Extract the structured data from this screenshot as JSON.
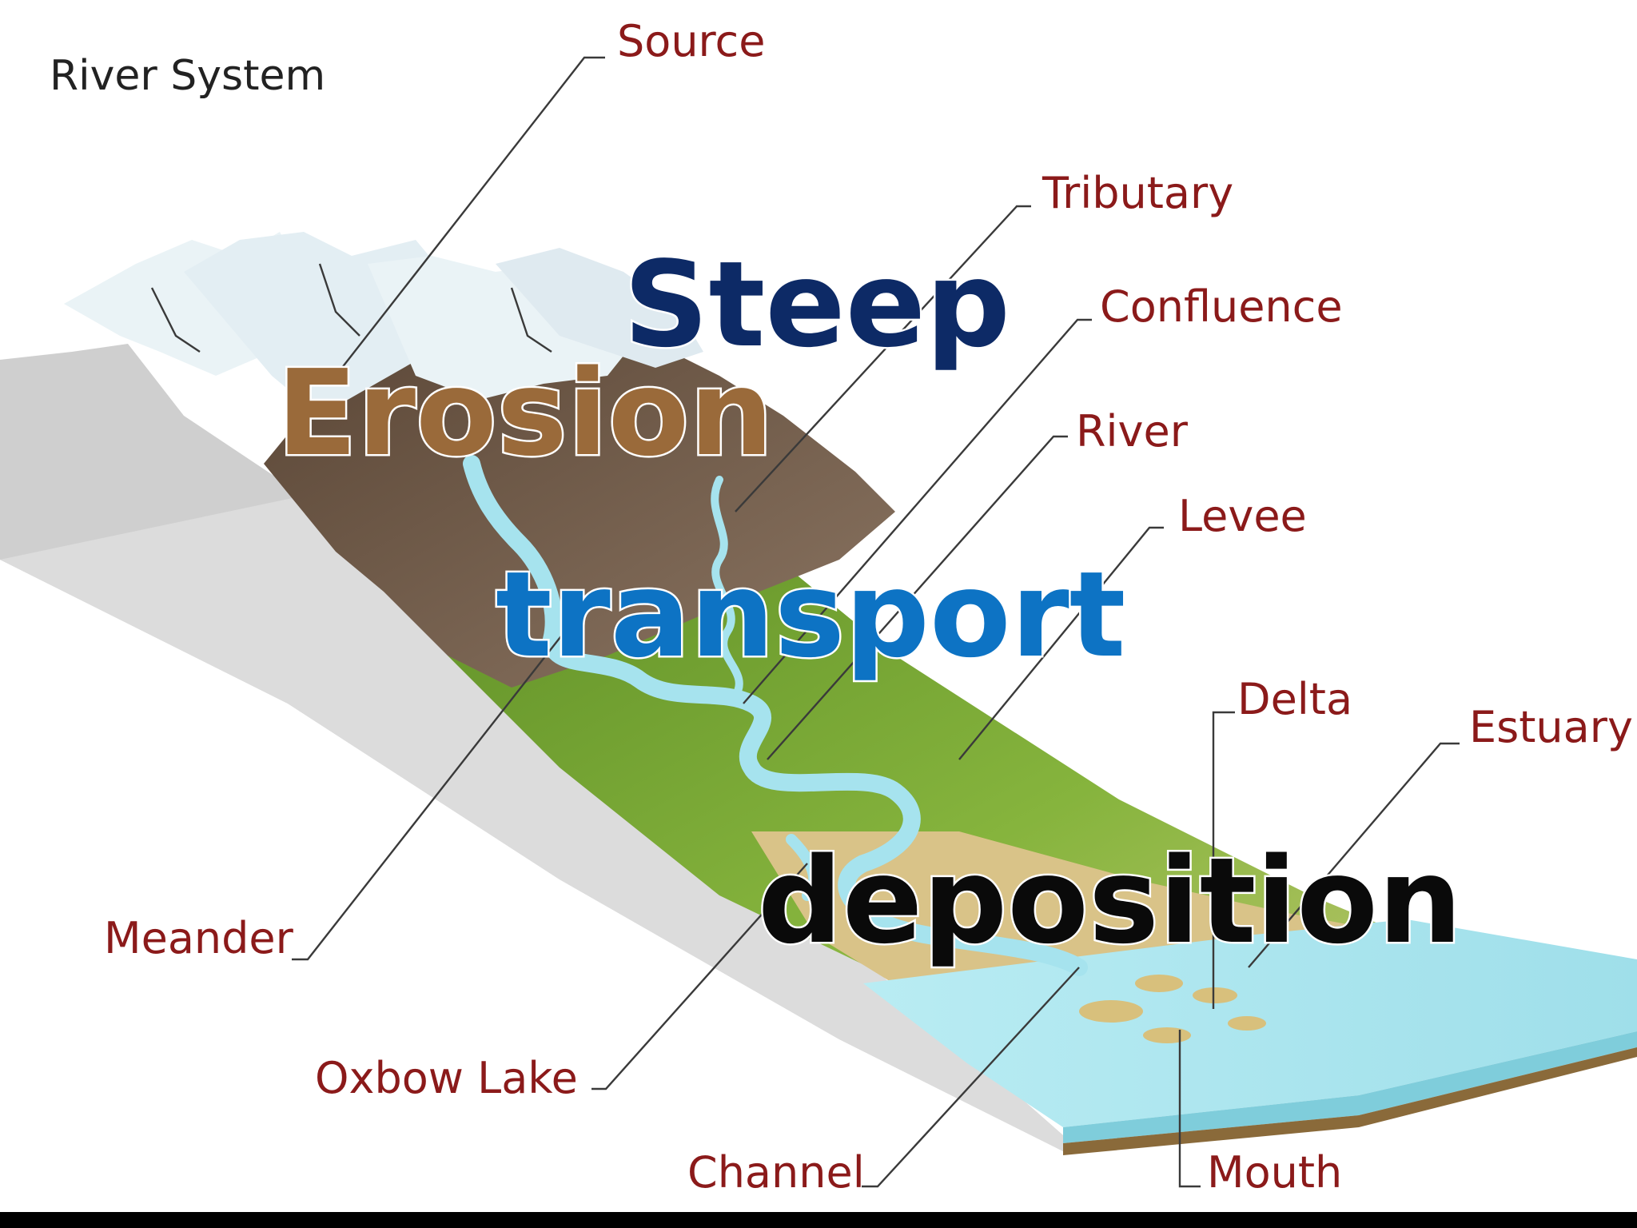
{
  "diagram": {
    "title": "River System",
    "labels": {
      "source": "Source",
      "tributary": "Tributary",
      "confluence": "Confluence",
      "river": "River",
      "levee": "Levee",
      "delta": "Delta",
      "estuary": "Estuary",
      "meander": "Meander",
      "oxbow_lake": "Oxbow Lake",
      "channel": "Channel",
      "mouth": "Mouth"
    },
    "overlay": {
      "steep": "Steep",
      "erosion": "Erosion",
      "transport": "transport",
      "deposition": "deposition"
    },
    "colors": {
      "label_text": "#8b1a1a",
      "steep": "#0d2a66",
      "erosion": "#9a6a3a",
      "transport": "#0d73c4",
      "deposition": "#0a0a0a",
      "snow": "#e9f3f7",
      "mountain_brown": "#7a6353",
      "valley_green": "#7aa83a",
      "sand": "#d9c388",
      "river_water": "#a6e3ee",
      "sea_water": "#a9e6ef"
    }
  }
}
